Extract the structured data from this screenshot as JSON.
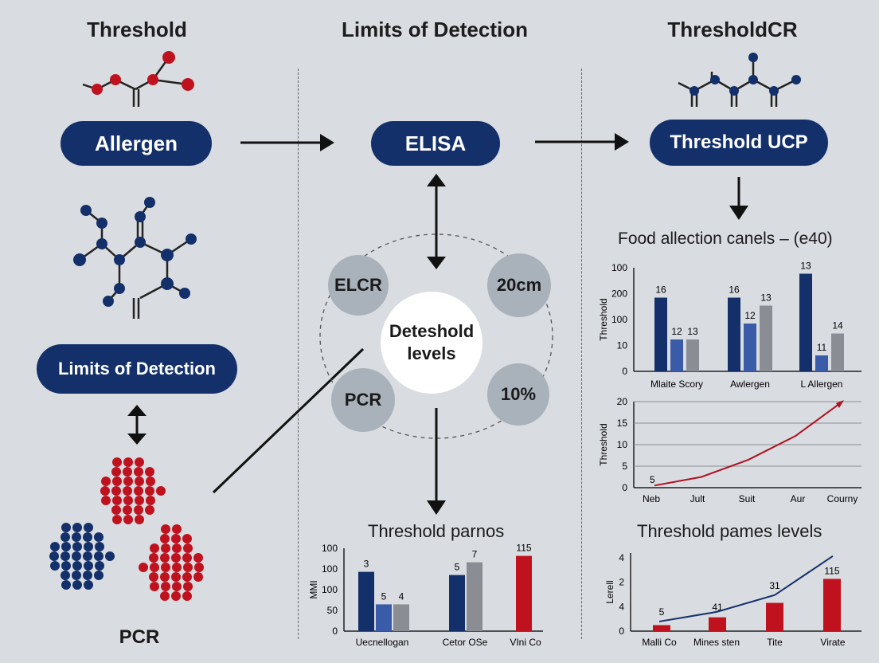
{
  "columns": {
    "left_title": "Threshold",
    "middle_title": "Limits of Detection",
    "right_title": "ThresholdCR"
  },
  "left": {
    "allergen_pill": "Allergen",
    "lod_pill": "Limits of Detection",
    "pcr_label": "PCR"
  },
  "middle": {
    "elisa_pill": "ELISA",
    "center_label_1": "Deteshold",
    "center_label_2": "levels",
    "circles": {
      "tl": "ELCR",
      "tr": "20cm",
      "bl": "PCR",
      "br": "10%"
    }
  },
  "right": {
    "ucp_pill": "Threshold UCP"
  },
  "colors": {
    "navy": "#13306b",
    "blue": "#3a5ba8",
    "gray": "#8a8e94",
    "red": "#c0121e"
  },
  "chart_data": [
    {
      "id": "food-allection",
      "type": "bar",
      "title": "Food allection canels – (e40)",
      "ylabel": "Threshold",
      "ytick_labels": [
        "100",
        "200",
        "100",
        "10",
        "0"
      ],
      "categories": [
        "Mlaite Scory",
        "Awlergen",
        "L Allergen"
      ],
      "series": [
        {
          "color": "#13306b",
          "values": [
            185,
            185,
            245
          ],
          "labels": [
            "16",
            "16",
            "13"
          ]
        },
        {
          "color": "#3a5ba8",
          "values": [
            80,
            120,
            40
          ],
          "labels": [
            "12",
            "12",
            "11"
          ]
        },
        {
          "color": "#8a8e94",
          "values": [
            80,
            165,
            95
          ],
          "labels": [
            "13",
            "13",
            "14"
          ]
        }
      ],
      "ylim": [
        0,
        260
      ]
    },
    {
      "id": "threshold-line",
      "type": "line",
      "title": "",
      "ylabel": "Threshold",
      "yticks": [
        0,
        5,
        10,
        15,
        20
      ],
      "categories": [
        "Neb",
        "Jult",
        "Suit",
        "Aur",
        "Courny"
      ],
      "x": [
        0,
        1,
        2,
        3,
        4
      ],
      "y": [
        0.5,
        2.5,
        6.5,
        12,
        20
      ],
      "point_label": "5",
      "ylim": [
        0,
        20
      ]
    },
    {
      "id": "threshold-parnos",
      "type": "bar",
      "title": "Threshold parnos",
      "ylabel": "MMI",
      "ytick_labels": [
        "100",
        "100",
        "100",
        "50",
        "0"
      ],
      "categories": [
        "Uecnellogan",
        "Cetor OSe",
        "VIni Co"
      ],
      "bars": [
        {
          "group": 0,
          "color": "#13306b",
          "value": 93,
          "label": "3"
        },
        {
          "group": 0,
          "color": "#3a5ba8",
          "value": 42,
          "label": "5"
        },
        {
          "group": 0,
          "color": "#8a8e94",
          "value": 42,
          "label": "4"
        },
        {
          "group": 1,
          "color": "#13306b",
          "value": 88,
          "label": "5"
        },
        {
          "group": 1,
          "color": "#8a8e94",
          "value": 108,
          "label": "7"
        },
        {
          "group": 2,
          "color": "#c0121e",
          "value": 118,
          "label": "115"
        }
      ],
      "ylim": [
        0,
        130
      ]
    },
    {
      "id": "threshold-pames",
      "type": "bar",
      "title": "Threshold pames levels",
      "ylabel": "Lerell",
      "ytick_labels": [
        "4",
        "2",
        "4",
        "0"
      ],
      "categories": [
        "Malli Co",
        "Mines sten",
        "Tite",
        "Virate"
      ],
      "values": [
        10,
        23,
        47,
        87
      ],
      "labels": [
        "5",
        "41",
        "31",
        "115"
      ],
      "line": [
        16,
        32,
        60,
        125
      ],
      "ylim": [
        0,
        130
      ]
    }
  ]
}
